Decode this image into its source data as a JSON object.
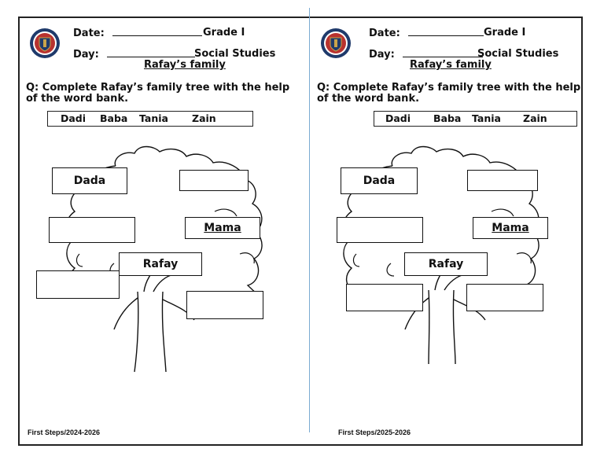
{
  "worksheets": [
    {
      "date_label": "Date:",
      "grade": "Grade I",
      "day_label": "Day:",
      "subject": "Social Studies",
      "title": "Rafay’s family",
      "question": "Q: Complete Rafay’s family tree with the help of the word bank.",
      "word_bank": [
        "Dadi",
        "Baba",
        "Tania",
        "Zain"
      ],
      "boxes": {
        "dada": "Dada",
        "mama": "Mama",
        "rafay": "Rafay"
      },
      "footer": "First Steps/2024-2026"
    },
    {
      "date_label": "Date:",
      "grade": "Grade I",
      "day_label": "Day:",
      "subject": "Social Studies",
      "title": "Rafay’s family",
      "question": "Q: Complete Rafay’s family tree with the help of the word bank.",
      "word_bank": [
        "Dadi",
        "Baba",
        "Tania",
        "Zain"
      ],
      "boxes": {
        "dada": "Dada",
        "mama": "Mama",
        "rafay": "Rafay"
      },
      "footer": "First Steps/2025-2026"
    }
  ],
  "colors": {
    "divider": "#7aaad2",
    "logo_navy": "#1f3a6b",
    "logo_red": "#b8322f",
    "logo_gold": "#c9a44a"
  }
}
